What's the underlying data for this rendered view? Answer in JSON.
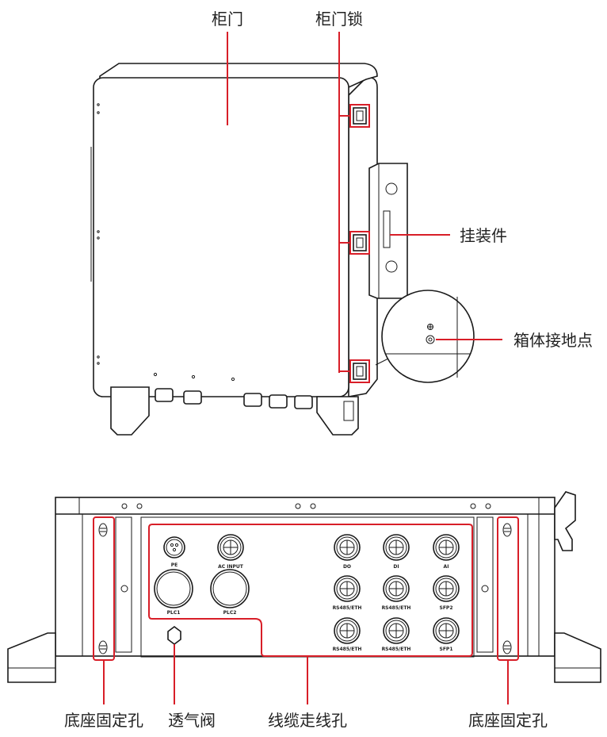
{
  "callouts": {
    "cabinet_door": "柜门",
    "door_lock": "柜门锁",
    "mounting_bracket": "挂装件",
    "grounding_point": "箱体接地点",
    "base_hole_left": "底座固定孔",
    "vent_valve": "透气阀",
    "cable_holes": "线缆走线孔",
    "base_hole_right": "底座固定孔"
  },
  "ports": {
    "pe": "PE",
    "ac_input": "AC INPUT",
    "do": "DO",
    "di": "DI",
    "ai": "AI",
    "plc1": "PLC1",
    "plc2": "PLC2",
    "rs485_eth_a": "RS485/ETH",
    "rs485_eth_b": "RS485/ETH",
    "sfp2": "SFP2",
    "rs485_eth_c": "RS485/ETH",
    "rs485_eth_d": "RS485/ETH",
    "sfp1": "SFP1"
  },
  "colors": {
    "highlight": "#d81e28",
    "line": "#1a1a1a"
  }
}
